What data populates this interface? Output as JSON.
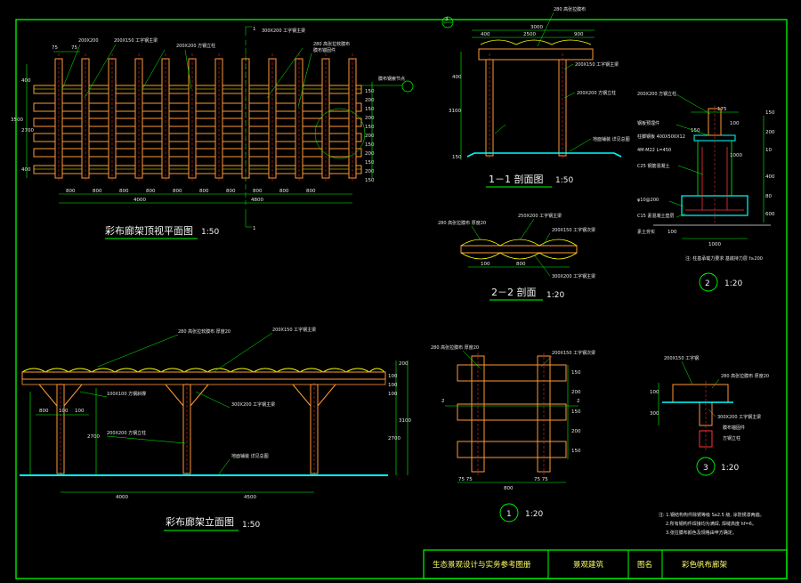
{
  "colors": {
    "background": "#000000",
    "frame": "#00ff00",
    "timber": "#ff9933",
    "steel": "#ff3333",
    "fabric": "#ffff00",
    "ground": "#00ffff",
    "text": "#e8e8e8",
    "titleblock_text": "#ffff66"
  },
  "plan": {
    "title": "彩布廊架顶视平面图",
    "scale": "1:50",
    "top_dims": [
      "75",
      "75"
    ],
    "left_dims": [
      "400",
      "2700",
      "400",
      "3500"
    ],
    "bottom_dims": [
      "800",
      "800",
      "800",
      "800",
      "800",
      "800",
      "800",
      "800",
      "800",
      "800"
    ],
    "overall_dims": [
      "4000",
      "4800"
    ],
    "right_dims": [
      "150",
      "200",
      "150",
      "200",
      "150",
      "200",
      "150",
      "200",
      "150",
      "200",
      "150"
    ],
    "section_mark": "1",
    "section_mark_2": "1",
    "notes": [
      "200X200",
      "200X150 工字钢主梁",
      "200X200 方钢立柱",
      "300X200 工字钢主梁",
      "280 高张拉软膜布",
      "膜布锚固件",
      "膜布钢索节点"
    ]
  },
  "section11": {
    "title": "1－1 剖面图",
    "scale": "1:50",
    "top_dims": [
      "3000",
      "400",
      "2500",
      "900"
    ],
    "left_dims": [
      "400",
      "3100",
      "150"
    ],
    "callout_num": "3",
    "notes": [
      "200X150 工字钢主梁",
      "200X200 方钢立柱",
      "280 高张拉膜布",
      "地面铺装 详见总图"
    ]
  },
  "detail2": {
    "label": "2",
    "scale": "1:20",
    "dims": [
      "1000",
      "150",
      "175",
      "100",
      "200",
      "400",
      "10",
      "80",
      "600",
      "150",
      "100",
      "1000"
    ],
    "notes": [
      "200X200 方钢立柱",
      "钢板预埋件",
      "柱脚钢板 400X500X12",
      "4M-M22 L=450",
      "C25 钢筋混凝土",
      "φ10@200",
      "C15 素混凝土垫层",
      "素土夯实",
      "注: 柱基承载力要求 基底持力层 f≥200"
    ]
  },
  "section22": {
    "title": "2－2 剖面",
    "scale": "1:20",
    "dims": [
      "800",
      "100"
    ],
    "notes": [
      "280 高张拉膜布 厚度20",
      "250X200 工字钢主梁",
      "200X150 工字钢次梁",
      "300X200 工字钢主梁"
    ]
  },
  "elevation": {
    "title": "彩布廊架立面图",
    "scale": "1:50",
    "bottom_dims": [
      "4000",
      "4500"
    ],
    "left_dims": [
      "800",
      "100",
      "100",
      "2700"
    ],
    "right_dims": [
      "200",
      "100",
      "100",
      "100",
      "2700",
      "3100"
    ],
    "notes": [
      "280 高张拉软膜布 厚度20",
      "200X150 工字钢主梁",
      "100X100 方钢斜撑",
      "300X200 工字钢主梁",
      "200X200 方钢立柱",
      "地面铺装 详见总图"
    ]
  },
  "detail1": {
    "label": "1",
    "scale": "1:20",
    "dims": [
      "75 75",
      "800",
      "75 75",
      "150",
      "200",
      "150",
      "200",
      "150"
    ],
    "notes": [
      "280 高张拉膜布 厚度20",
      "200X150 工字钢次梁"
    ]
  },
  "detail3": {
    "label": "3",
    "scale": "1:20",
    "dims": [
      "300",
      "100"
    ],
    "notes": [
      "200X150 工字钢",
      "280 高张拉膜布 厚度20",
      "300X200 工字钢主梁",
      "膜布锚固件",
      "方钢立柱"
    ]
  },
  "general_notes": [
    "注: 1.钢结构构件除锈等级 Sa2.5 级, 涂防锈漆两遍。",
    "2.所有钢构件焊接均为满焊, 焊缝高度 hf=6。",
    "3.张拉膜布颜色及规格由甲方确定。"
  ],
  "titleblock": {
    "project": "生态景观设计与实务参考图册",
    "category": "景观建筑",
    "label": "图名",
    "name": "彩色帆布廊架"
  }
}
